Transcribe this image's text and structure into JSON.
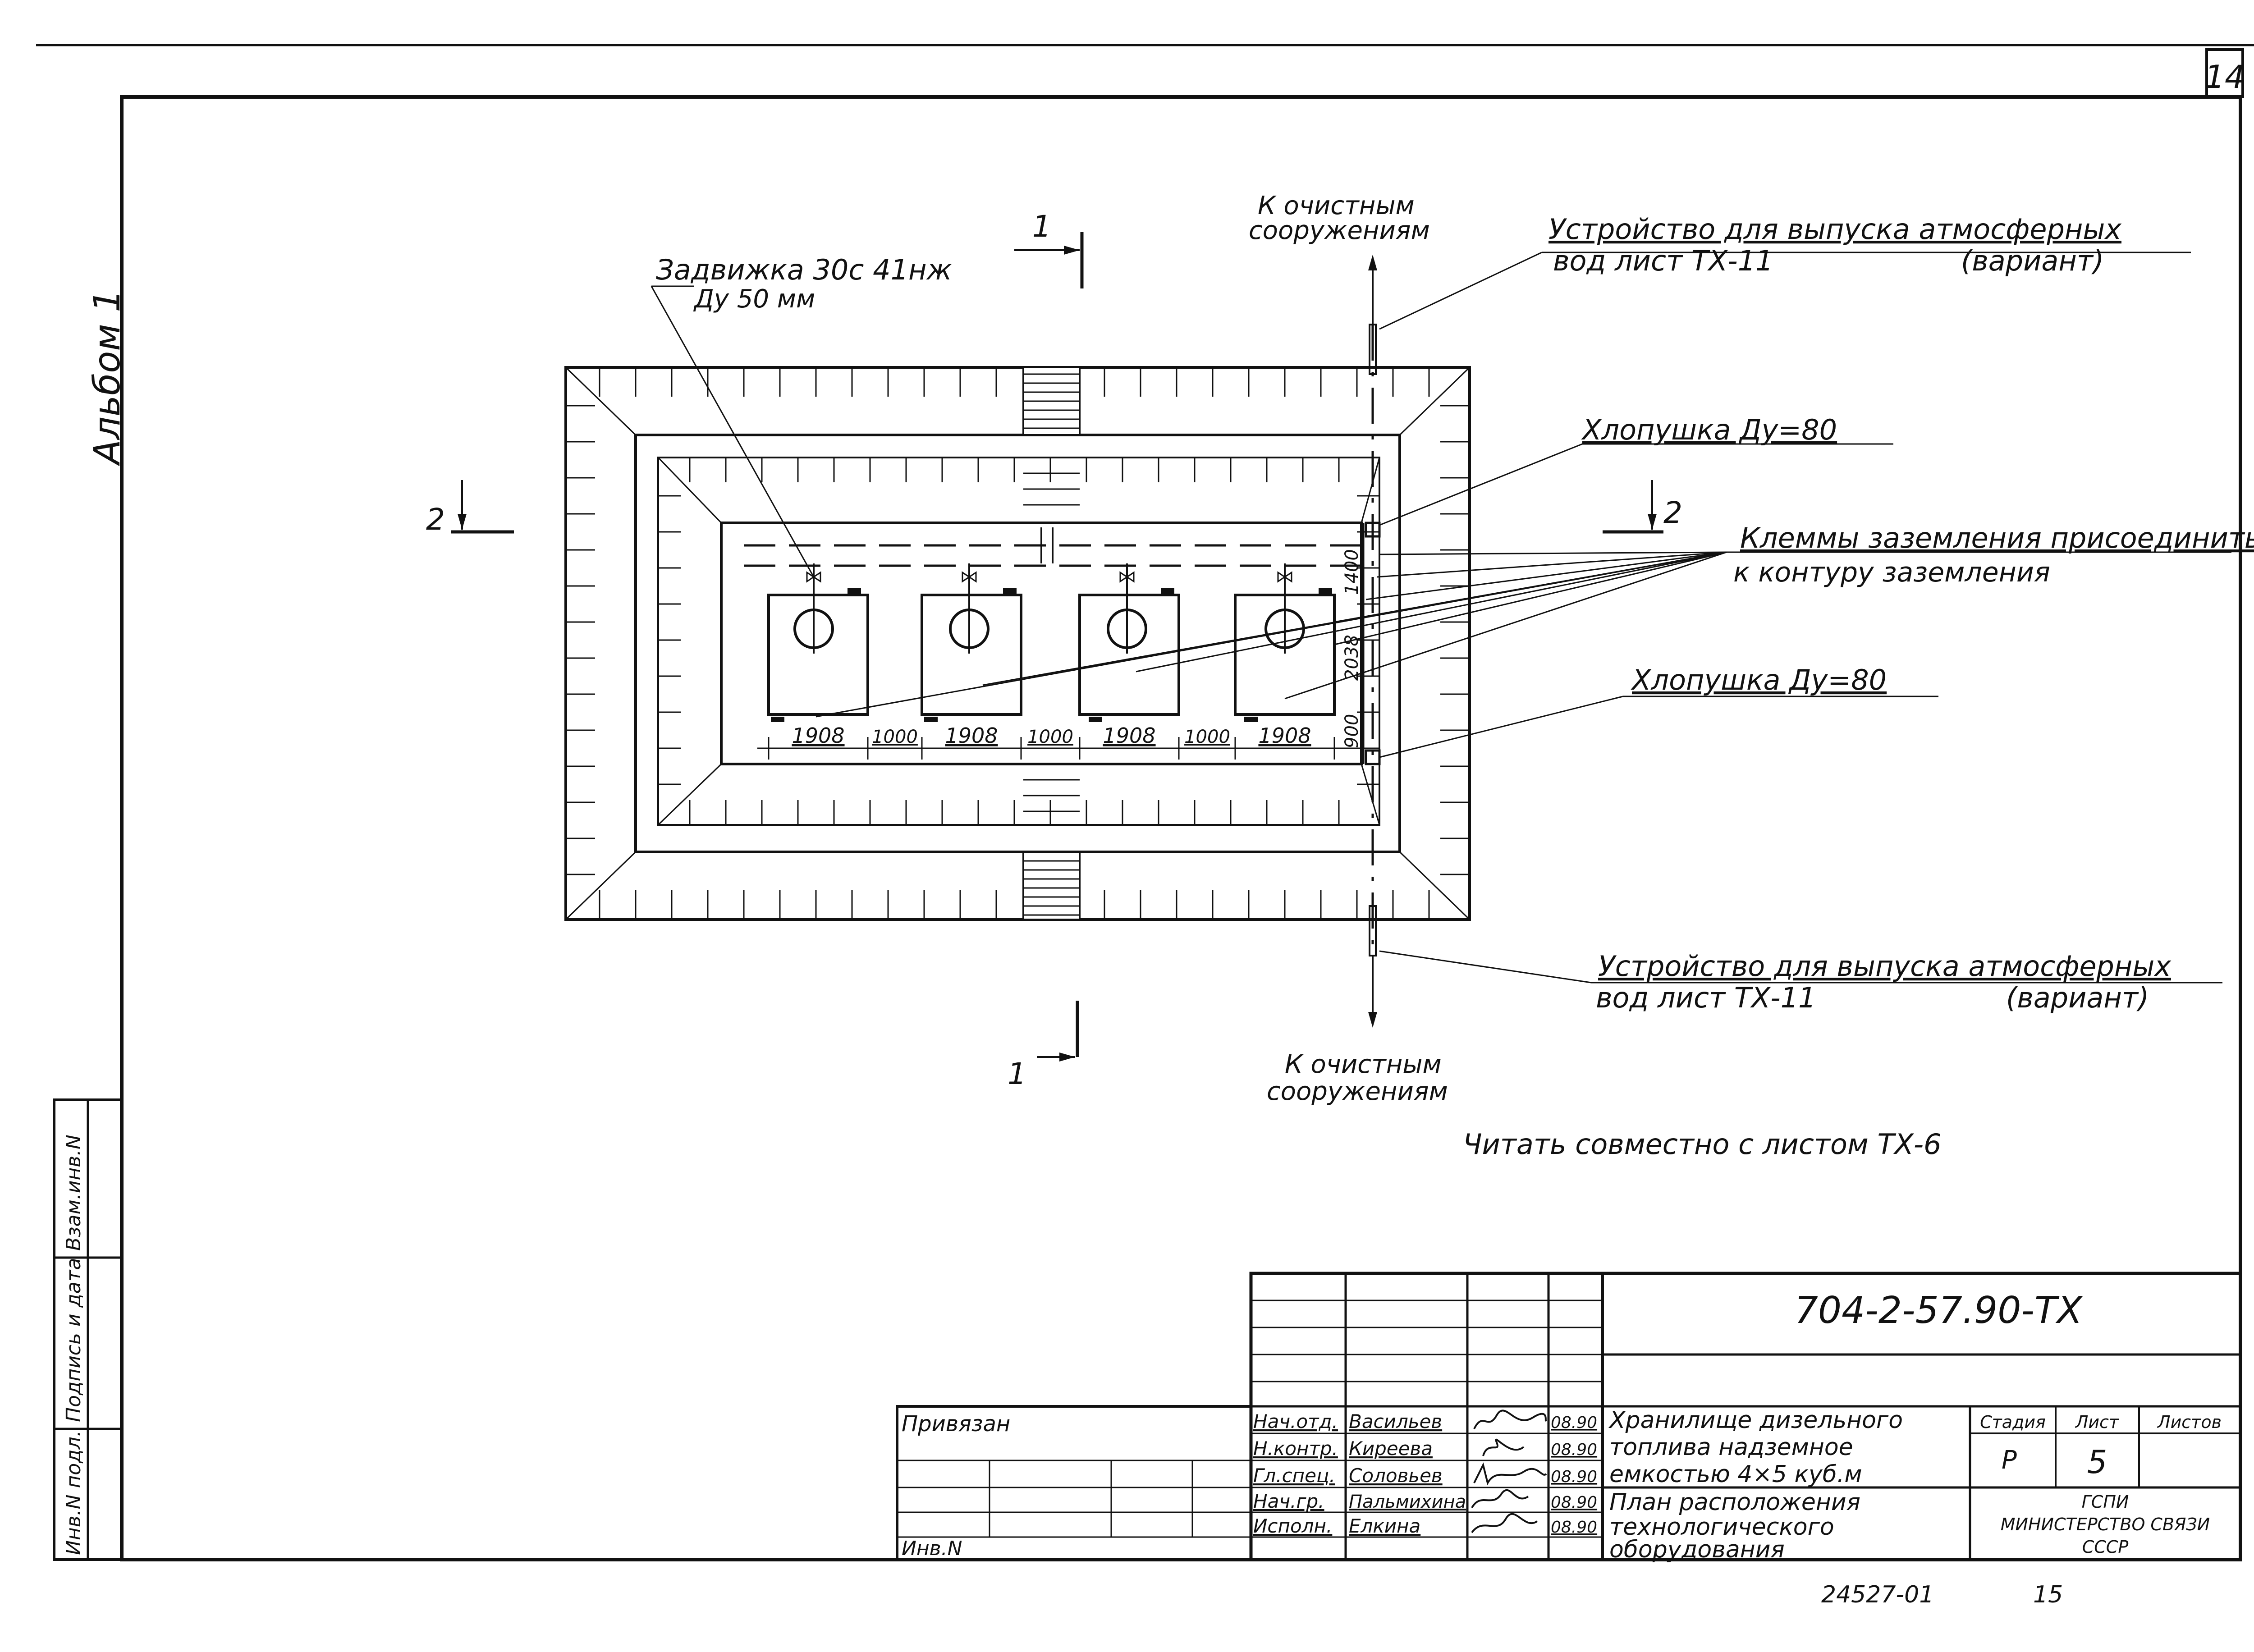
{
  "sheet": {
    "page_number": "14",
    "album": "Альбом 1",
    "bottom_number": "24527-01",
    "bottom_page": "15"
  },
  "side_stamp": {
    "inv_podl": "Инв.N подл.",
    "podpis": "Подпись и дата",
    "vzam": "Взам.инв.N"
  },
  "drawing": {
    "zadvizhka_line1": "Задвижка 30с 41нж",
    "zadvizhka_line2": "Ду 50 мм",
    "to_treatment_top_1": "К очистным",
    "to_treatment_top_2": "сооружениям",
    "to_treatment_bottom_1": "К очистным",
    "to_treatment_bottom_2": "сооружениям",
    "device_top_1": "Устройство для выпуска атмосферных",
    "device_top_2a": "вод лист ТХ-11",
    "device_top_2b": "(вариант)",
    "device_bottom_1": "Устройство для выпуска атмосферных",
    "device_bottom_2a": "вод лист ТХ-11",
    "device_bottom_2b": "(вариант)",
    "klapan_top": "Хлопушка Ду=80",
    "klapan_bottom": "Хлопушка Ду=80",
    "grounding_1": "Клеммы заземления присоединить",
    "grounding_2": "к контуру заземления",
    "section_1_top": "1",
    "section_1_bottom": "1",
    "section_2_left": "2",
    "section_2_right": "2",
    "dims": [
      "1908",
      "1000",
      "1908",
      "1000",
      "1908",
      "1000",
      "1908"
    ],
    "dim_v1": "1400",
    "dim_v2": "2038",
    "dim_v3": "900",
    "note": "Читать совместно с листом ТХ-6"
  },
  "title_block": {
    "code": "704-2-57.90-ТХ",
    "privyazan": "Привязан",
    "inv": "Инв.N",
    "staff": [
      {
        "role": "Нач.отд.",
        "name": "Васильев",
        "date": "08.90"
      },
      {
        "role": "Н.контр.",
        "name": "Киреева",
        "date": "08.90"
      },
      {
        "role": "Гл.спец.",
        "name": "Соловьев",
        "date": "08.90"
      },
      {
        "role": "Нач.гр.",
        "name": "Пальмихина",
        "date": "08.90"
      },
      {
        "role": "Исполн.",
        "name": "Елкина",
        "date": "08.90"
      }
    ],
    "object_1": "Хранилище дизельного",
    "object_2": "топлива надземное",
    "object_3": "емкостью 4×5 куб.м",
    "sheet_title_1": "План расположения",
    "sheet_title_2": "технологического",
    "sheet_title_3": "оборудования",
    "stage_label": "Стадия",
    "sheet_label": "Лист",
    "sheets_label": "Листов",
    "stage": "Р",
    "sheet_no": "5",
    "org_1": "ГСПИ",
    "org_2": "МИНИСТЕРСТВО СВЯЗИ",
    "org_3": "СССР"
  }
}
